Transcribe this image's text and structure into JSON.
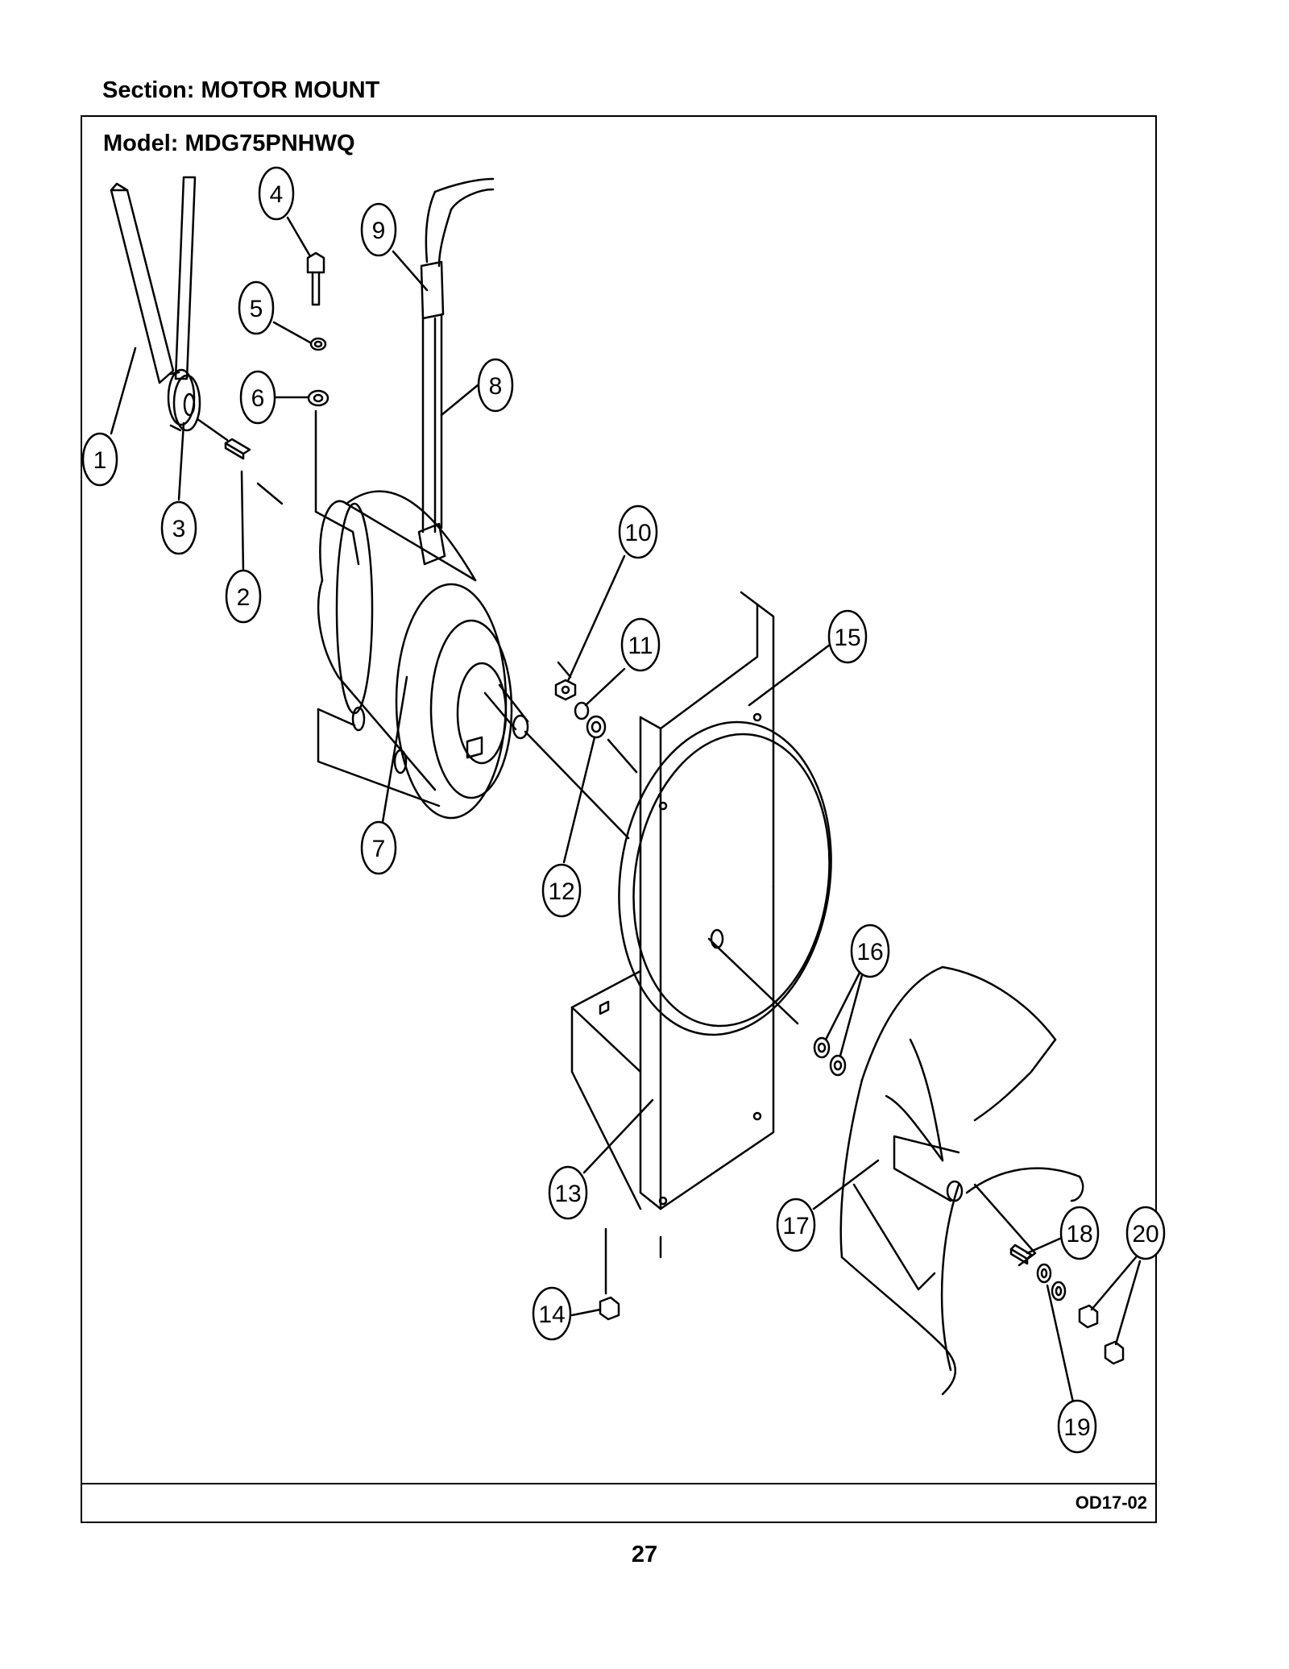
{
  "section": "Section:  MOTOR MOUNT",
  "model": "Model:  MDG75PNHWQ",
  "drawing_code": "OD17-02",
  "page_number": "27",
  "callouts": [
    "1",
    "2",
    "3",
    "4",
    "5",
    "6",
    "7",
    "8",
    "9",
    "10",
    "11",
    "12",
    "13",
    "14",
    "15",
    "16",
    "17",
    "18",
    "19",
    "20"
  ]
}
